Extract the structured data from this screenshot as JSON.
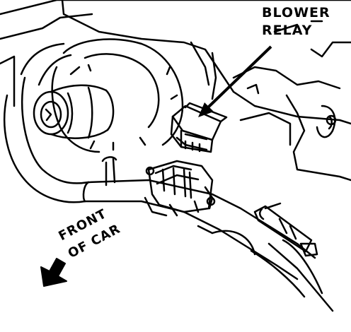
{
  "callout": {
    "line1": "BLOWER",
    "line2": "RELAY"
  },
  "direction_label": {
    "line1": "FRONT",
    "line2": "OF CAR"
  }
}
